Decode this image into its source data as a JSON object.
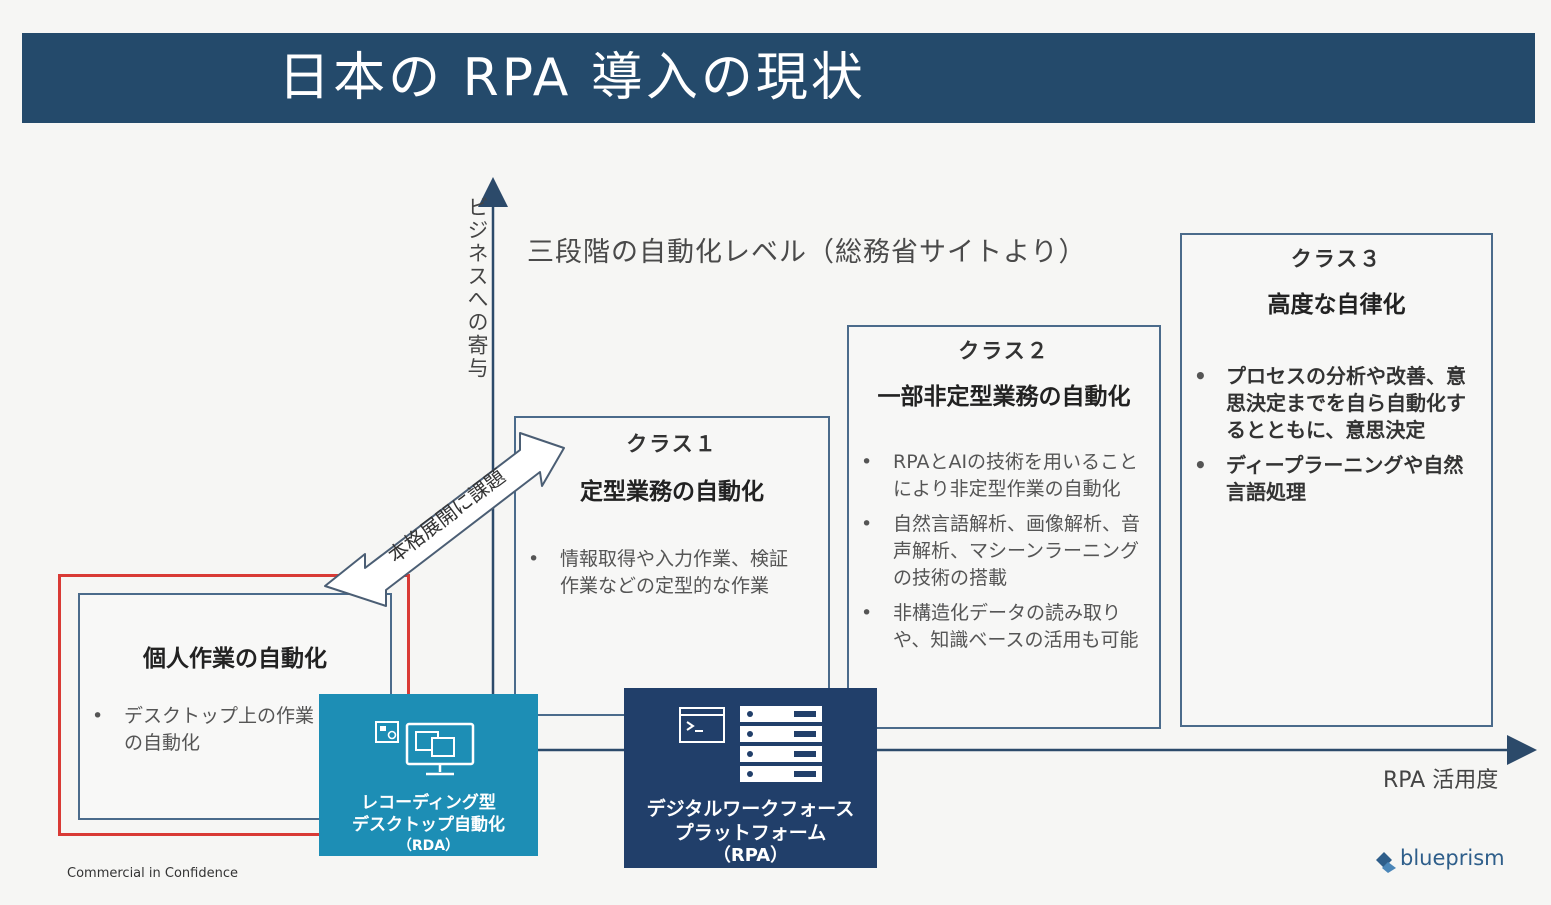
{
  "title": "日本の RPA 導入の現状",
  "subtitle": "三段階の自動化レベル（総務省サイトより）",
  "y_axis_label": "ビジネスへの寄与",
  "x_axis_label": "RPA 活用度",
  "challenge_arrow_label": "本格展開に課題",
  "personal": {
    "heading": "個人作業の自動化",
    "bullets": [
      "デスクトップ上の作業の自動化"
    ]
  },
  "classes": [
    {
      "number": "クラス１",
      "name": "定型業務の自動化",
      "bullets": [
        "情報取得や入力作業、検証作業などの定型的な作業"
      ]
    },
    {
      "number": "クラス２",
      "name": "一部非定型業務の自動化",
      "bullets": [
        "RPAとAIの技術を用いることにより非定型作業の自動化",
        "自然言語解析、画像解析、音声解析、マシーンラーニングの技術の搭載",
        "非構造化データの読み取りや、知識ベースの活用も可能"
      ]
    },
    {
      "number": "クラス３",
      "name": "高度な自律化",
      "bullets": [
        "プロセスの分析や改善、意思決定までを自ら自動化するとともに、意思決定",
        "ディープラーニングや自然言語処理"
      ]
    }
  ],
  "rda": {
    "line1": "レコーディング型",
    "line2": "デスクトップ自動化",
    "line3": "（RDA）",
    "icon": "desktop-monitor-icon"
  },
  "rpa": {
    "line1": "デジタルワークフォース",
    "line2": "プラットフォーム",
    "line3": "（RPA）",
    "icon": "server-rack-icon"
  },
  "footer": "Commercial in Confidence",
  "logo_text": "blueprism",
  "colors": {
    "title_bar": "#244a6b",
    "rda": "#1d8eb5",
    "rpa": "#213f6a",
    "highlight_border": "#d93a35",
    "box_border": "#4b6b8b"
  }
}
